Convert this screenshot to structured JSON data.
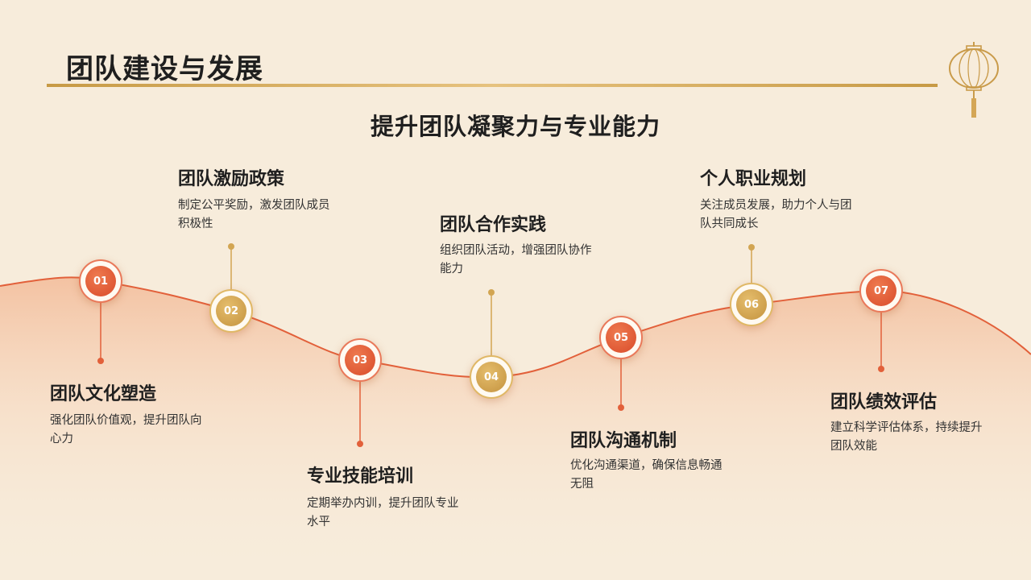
{
  "header": {
    "title": "团队建设与发展"
  },
  "subtitle": "提升团队凝聚力与专业能力",
  "colors": {
    "accent_red": "#e2603a",
    "accent_gold": "#d2a552",
    "title_bar": "#c79a45",
    "background": "#f7ecdb"
  },
  "icons": {
    "decoration": "lantern-icon"
  },
  "items": [
    {
      "number": "01",
      "title": "团队文化塑造",
      "desc": "强化团队价值观，提升团队向心力"
    },
    {
      "number": "02",
      "title": "团队激励政策",
      "desc": "制定公平奖励，激发团队成员积极性"
    },
    {
      "number": "03",
      "title": "专业技能培训",
      "desc": "定期举办内训，提升团队专业水平"
    },
    {
      "number": "04",
      "title": "团队合作实践",
      "desc": "组织团队活动，增强团队协作能力"
    },
    {
      "number": "05",
      "title": "团队沟通机制",
      "desc": "优化沟通渠道，确保信息畅通无阻"
    },
    {
      "number": "06",
      "title": "个人职业规划",
      "desc": "关注成员发展，助力个人与团队共同成长"
    },
    {
      "number": "07",
      "title": "团队绩效评估",
      "desc": "建立科学评估体系，持续提升团队效能"
    }
  ]
}
